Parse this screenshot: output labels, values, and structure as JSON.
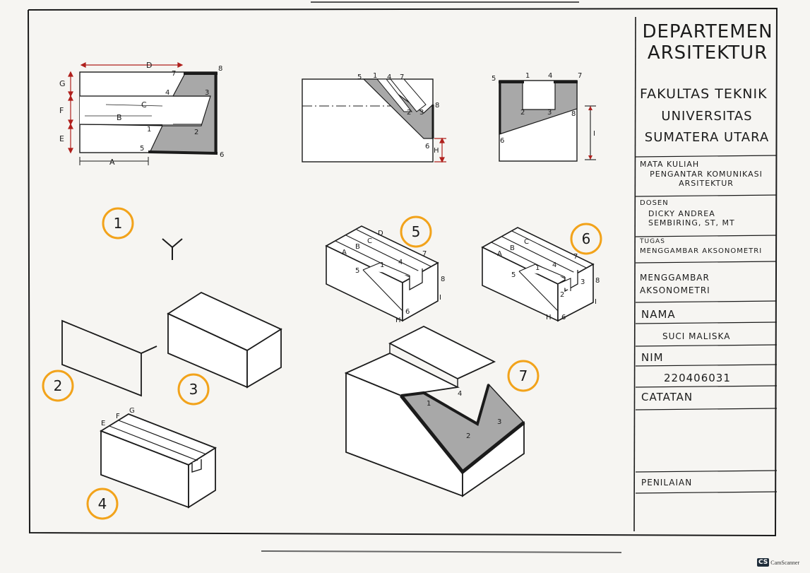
{
  "title_block": {
    "department": "DEPARTEMEN ARSITEKTUR",
    "faculty": "FAKULTAS TEKNIK",
    "university": "UNIVERSITAS SUMATERA UTARA",
    "course_label": "MATA KULIAH",
    "course_value": "PENGANTAR KOMUNIKASI ARSITEKTUR",
    "lecturer_label": "DOSEN",
    "lecturer_value": "DICKY ANDREA SEMBIRING, ST, MT",
    "task_label": "TUGAS",
    "task_value": "MENGGAMBAR AKSONOMETRI",
    "drawing_title": "MENGGAMBAR AKSONOMETRI",
    "name_label": "NAMA",
    "name_value": "SUCI MALISKA",
    "nim_label": "NIM",
    "nim_value": "220406031",
    "notes_label": "CATATAN",
    "grade_label": "PENILAIAN"
  },
  "views": {
    "dimensions": [
      "D",
      "G",
      "F",
      "E",
      "A",
      "C",
      "B",
      "H",
      "I"
    ],
    "points": [
      "1",
      "2",
      "3",
      "4",
      "5",
      "6",
      "7",
      "8"
    ]
  },
  "steps": [
    "1",
    "2",
    "3",
    "4",
    "5",
    "6",
    "7"
  ],
  "iso_labels": {
    "step4": [
      "E",
      "F",
      "G"
    ],
    "step5": [
      "A",
      "B",
      "C",
      "D",
      "5",
      "1",
      "4",
      "7",
      "8",
      "I",
      "H",
      "6"
    ],
    "step6": [
      "A",
      "B",
      "C",
      "5",
      "1",
      "4",
      "7",
      "8",
      "2",
      "3",
      "I",
      "H",
      "6"
    ],
    "step7": [
      "1",
      "4",
      "2",
      "3"
    ]
  },
  "scanner": {
    "badge": "CS",
    "text": "CamScanner"
  },
  "colors": {
    "ink": "#1b1b1b",
    "dim": "#b0201d",
    "circle": "#f2a31b",
    "shade": "#a8a8a8"
  }
}
